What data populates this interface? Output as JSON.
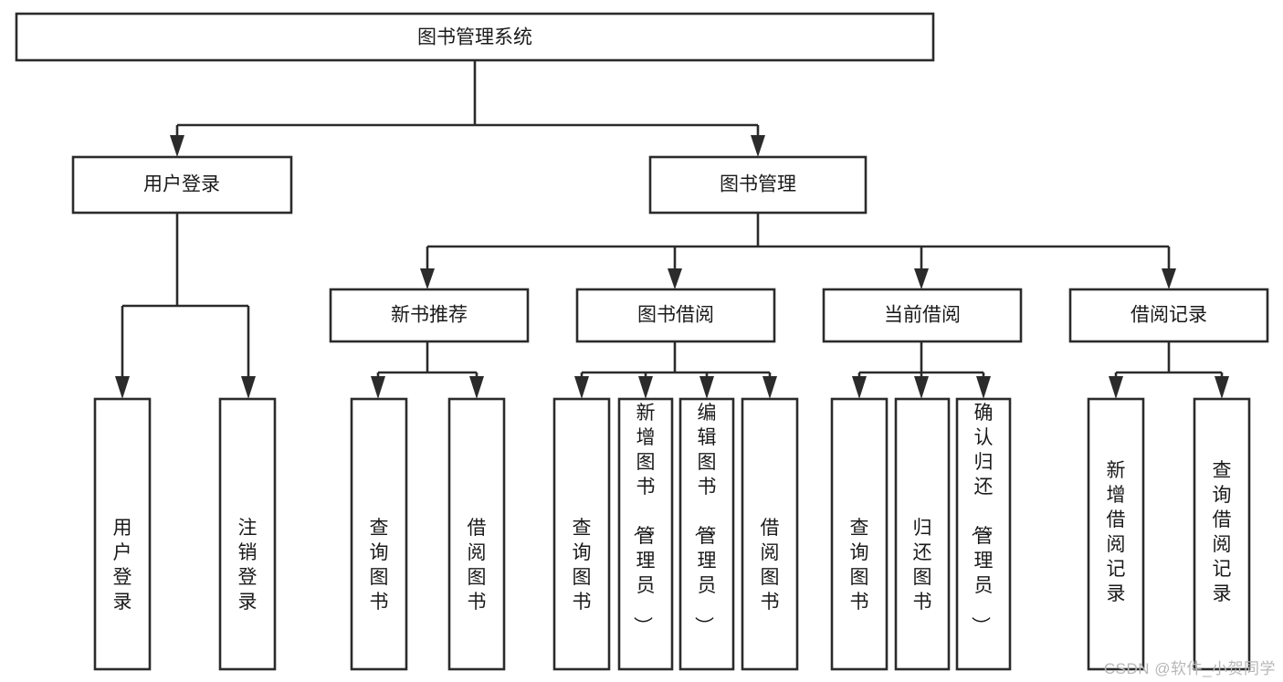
{
  "diagram": {
    "type": "tree-hierarchy-chart",
    "title": "图书管理系统",
    "orientation": "top-down",
    "colors": {
      "background": "#ffffff",
      "box_fill": "#ffffff",
      "box_stroke": "#2b2b2b",
      "text": "#1a1a1a",
      "watermark": "#b7b7b7"
    },
    "root": {
      "label": "图书管理系统"
    },
    "level2": [
      {
        "label": "用户登录"
      },
      {
        "label": "图书管理"
      }
    ],
    "level3": [
      {
        "label": "新书推荐"
      },
      {
        "label": "图书借阅"
      },
      {
        "label": "当前借阅"
      },
      {
        "label": "借阅记录"
      }
    ],
    "leaves": {
      "user_login": [
        {
          "label": "用户登录"
        },
        {
          "label": "注销登录"
        }
      ],
      "new_book_recommend": [
        {
          "label": "查询图书"
        },
        {
          "label": "借阅图书"
        }
      ],
      "book_borrow": [
        {
          "label": "查询图书"
        },
        {
          "label": "新增图书（管理员）"
        },
        {
          "label": "编辑图书（管理员）"
        },
        {
          "label": "借阅图书"
        }
      ],
      "current_borrow": [
        {
          "label": "查询图书"
        },
        {
          "label": "归还图书"
        },
        {
          "label": "确认归还（管理员）"
        }
      ],
      "borrow_record": [
        {
          "label": "新增借阅记录"
        },
        {
          "label": "查询借阅记录"
        }
      ]
    }
  },
  "watermark": {
    "text": "CSDN @软件_小贺同学"
  }
}
